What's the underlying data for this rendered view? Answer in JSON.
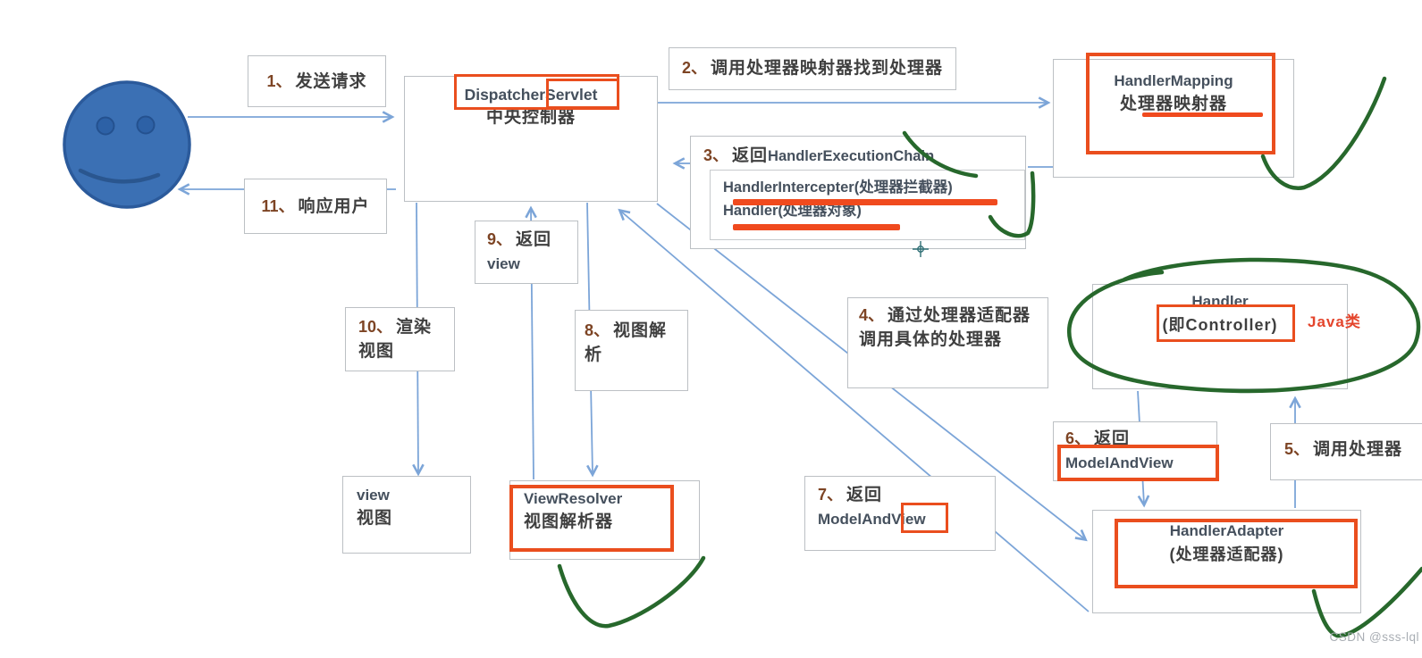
{
  "page": {
    "watermark": "CSDN @sss-lql"
  },
  "colors": {
    "arrow_blue": "#7CA5D8",
    "annotation_red": "#EA4E1E",
    "underline_red": "#F04A1E",
    "pen_green": "#27682C",
    "number_brown": "#7D4424",
    "smiley_blue": "#3B70B4",
    "java_note_red": "#E4452C"
  },
  "steps": {
    "s1": {
      "num": "1、",
      "text": "发送请求"
    },
    "s2": {
      "num": "2、",
      "text": "调用处理器映射器找到处理器"
    },
    "s3": {
      "num": "3、",
      "text_cn": "返回",
      "text_en": "HandlerExecutionChain"
    },
    "s4": {
      "num": "4、",
      "line1": "通过处理器适配器",
      "line2": "调用具体的处理器"
    },
    "s5": {
      "num": "5、",
      "text": "调用处理器"
    },
    "s6": {
      "num": "6、",
      "line1": "返回",
      "line2": "ModelAndView"
    },
    "s7": {
      "num": "7、",
      "line1": "返回",
      "line2": "ModelAndView"
    },
    "s8": {
      "num": "8、",
      "line1": "视图解",
      "line2": "析"
    },
    "s9": {
      "num": "9、",
      "line1": "返回",
      "line2": "view"
    },
    "s10": {
      "num": "10、",
      "line1": "渲染",
      "line2": "视图"
    },
    "s11": {
      "num": "11、",
      "text": "响应用户"
    }
  },
  "chain": {
    "items": [
      "HandlerIntercepter(处理器拦截器)",
      "Handler(处理器对象)"
    ]
  },
  "nodes": {
    "dispatcher": {
      "title": "DispatcherServlet",
      "subtitle": "中央控制器"
    },
    "handler_mapping": {
      "title": "HandlerMapping",
      "subtitle": "处理器映射器"
    },
    "handler": {
      "title": "Handler",
      "subtitle": "(即Controller)",
      "note": "Java类"
    },
    "handler_adapter": {
      "title": "HandlerAdapter",
      "subtitle": "(处理器适配器)"
    },
    "view_resolver": {
      "title": "ViewResolver",
      "subtitle": "视图解析器"
    },
    "view": {
      "title": "view",
      "subtitle": "视图"
    }
  }
}
